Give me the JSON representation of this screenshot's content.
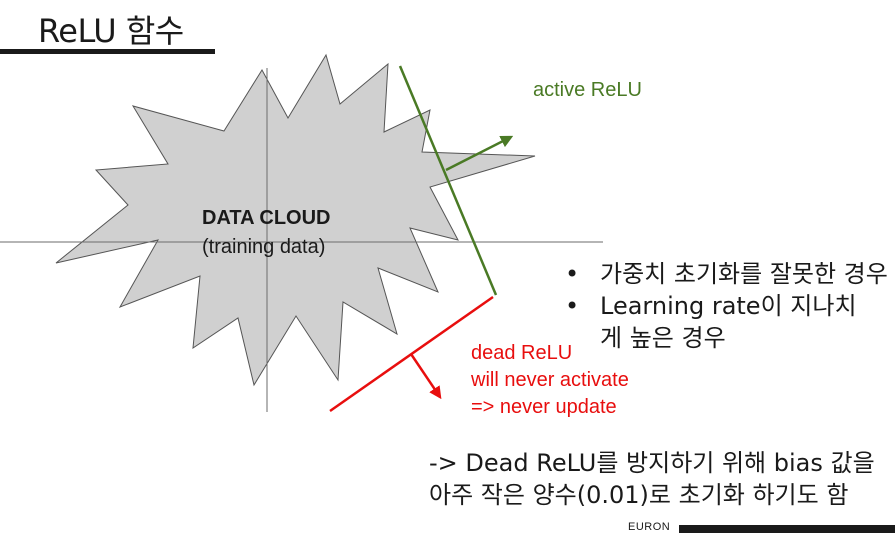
{
  "slide": {
    "title": "ReLU 함수",
    "footer_brand": "EURON"
  },
  "diagram": {
    "cloud": {
      "label_bold": "DATA CLOUD",
      "label": "(training data)",
      "fill": "#d0d0d0",
      "stroke": "#555555"
    },
    "active": {
      "label": "active ReLU",
      "color": "#4a7a25"
    },
    "dead": {
      "lines": [
        "dead ReLU",
        "will never activate",
        "=> never update"
      ],
      "color": "#e80e0e"
    }
  },
  "causes": [
    "가중치 초기화를 잘못한 경우",
    "Learning rate이 지나치게 높은 경우"
  ],
  "note": {
    "line1": "-> Dead ReLU를 방지하기 위해 bias 값을",
    "line2": "아주 작은 양수(0.01)로 초기화 하기도 함"
  }
}
